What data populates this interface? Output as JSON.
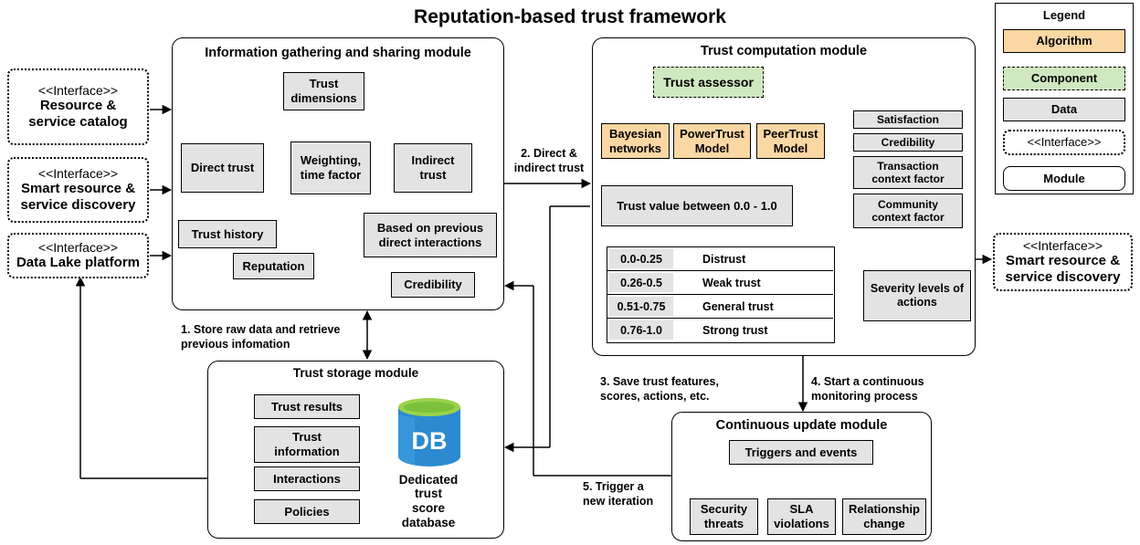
{
  "title": "Reputation-based trust framework",
  "colors": {
    "algorithm": "#fbd7a4",
    "component": "#cfe8c0",
    "data": "#e3e3e3"
  },
  "legend": {
    "title": "Legend",
    "algorithm": "Algorithm",
    "component": "Component",
    "data": "Data",
    "interface": "<<Interface>>",
    "module": "Module"
  },
  "interfaces": {
    "tag": "<<Interface>>",
    "resource_catalog": "Resource &\nservice catalog",
    "smart_discovery_left": "Smart resource &\nservice discovery",
    "data_lake": "Data Lake platform",
    "smart_discovery_right": "Smart resource &\nservice discovery"
  },
  "info_module": {
    "title": "Information gathering and sharing module",
    "trust_dimensions": "Trust\ndimensions",
    "direct_trust": "Direct trust",
    "weighting": "Weighting,\ntime factor",
    "indirect_trust": "Indirect\ntrust",
    "trust_history": "Trust history",
    "reputation": "Reputation",
    "based_on": "Based on previous\ndirect interactions",
    "credibility": "Credibility"
  },
  "computation_module": {
    "title": "Trust computation module",
    "trust_assessor": "Trust assessor",
    "bayesian": "Bayesian\nnetworks",
    "powertrust": "PowerTrust\nModel",
    "peertrust": "PeerTrust\nModel",
    "satisfaction": "Satisfaction",
    "credibility": "Credibility",
    "transaction": "Transaction\ncontext factor",
    "community": "Community\ncontext factor",
    "trust_value": "Trust value between 0.0 - 1.0",
    "levels": [
      {
        "range": "0.0-0.25",
        "label": "Distrust"
      },
      {
        "range": "0.26-0.5",
        "label": "Weak trust"
      },
      {
        "range": "0.51-0.75",
        "label": "General trust"
      },
      {
        "range": "0.76-1.0",
        "label": "Strong trust"
      }
    ],
    "severity": "Severity levels of\nactions"
  },
  "storage_module": {
    "title": "Trust storage module",
    "trust_results": "Trust results",
    "trust_information": "Trust\ninformation",
    "interactions": "Interactions",
    "policies": "Policies",
    "db_icon": "DB",
    "db_label": "Dedicated\ntrust\nscore\ndatabase"
  },
  "update_module": {
    "title": "Continuous update module",
    "triggers": "Triggers and events",
    "security": "Security\nthreats",
    "sla": "SLA\nviolations",
    "relationship": "Relationship\nchange"
  },
  "edge_labels": {
    "direct_indirect": "2. Direct &\nindirect trust",
    "store_raw": "1. Store raw data and retrieve\nprevious infomation",
    "save_features": "3. Save trust features,\nscores, actions, etc.",
    "start_monitoring": "4. Start a continuous\nmonitoring process",
    "trigger_iteration": "5. Trigger a\nnew iteration"
  }
}
